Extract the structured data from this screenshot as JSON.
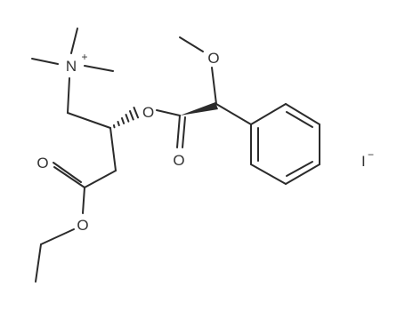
{
  "molecule": {
    "atoms": {
      "methoxy_oxygen": "O",
      "ester_oxygen_chiral": "O",
      "carbonyl_oxygen_mandelate": "O",
      "carbonyl_oxygen_ethyl_ester": "O",
      "ethoxy_oxygen": "O",
      "quaternary_nitrogen": "N",
      "nitrogen_charge": "+",
      "counterion": "I",
      "counterion_charge": "−"
    }
  }
}
